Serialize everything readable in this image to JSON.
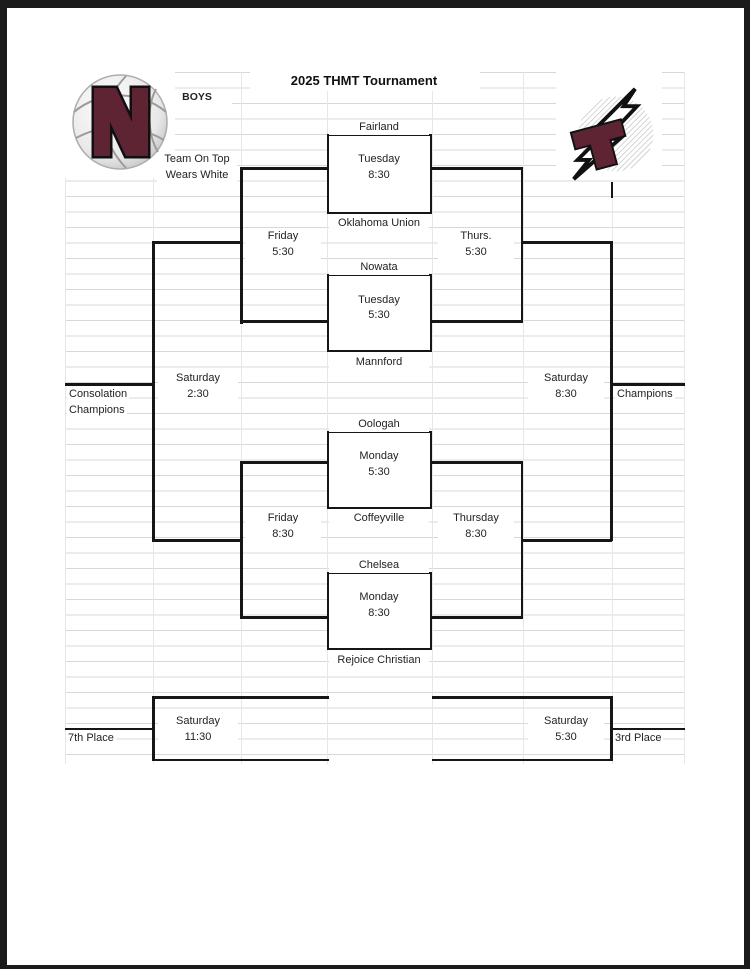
{
  "header": {
    "title": "2025 THMT Tournament",
    "division": "BOYS",
    "note_line1": "Team On Top",
    "note_line2": "Wears White"
  },
  "logos": {
    "left": "nowata-basketball-n-logo",
    "right": "thmt-lightning-th-logo"
  },
  "colors": {
    "maroon": "#5e2433",
    "bracket_line": "#161616",
    "grid_line": "#d8d8d8",
    "page": "#ffffff",
    "frame": "#1b1b1b"
  },
  "bracket": {
    "round1_games": [
      {
        "top_team": "Fairland",
        "bottom_team": "Oklahoma Union",
        "day": "Tuesday",
        "time": "8:30"
      },
      {
        "top_team": "Nowata",
        "bottom_team": "Mannford",
        "day": "Tuesday",
        "time": "5:30"
      },
      {
        "top_team": "Oologah",
        "bottom_team": "Coffeyville",
        "day": "Monday",
        "time": "5:30"
      },
      {
        "top_team": "Chelsea",
        "bottom_team": "Rejoice Christian",
        "day": "Monday",
        "time": "8:30"
      }
    ],
    "left_semis": [
      {
        "day": "Friday",
        "time": "5:30"
      },
      {
        "day": "Friday",
        "time": "8:30"
      }
    ],
    "right_semis": [
      {
        "day": "Thurs.",
        "time": "5:30"
      },
      {
        "day": "Thursday",
        "time": "8:30"
      }
    ],
    "consolation_final": {
      "day": "Saturday",
      "time": "2:30",
      "label_line1": "Consolation",
      "label_line2": "Champions"
    },
    "championship": {
      "day": "Saturday",
      "time": "8:30",
      "label": "Champions"
    },
    "seventh_place": {
      "day": "Saturday",
      "time": "11:30",
      "label": "7th Place"
    },
    "third_place": {
      "day": "Saturday",
      "time": "5:30",
      "label": "3rd Place"
    }
  }
}
